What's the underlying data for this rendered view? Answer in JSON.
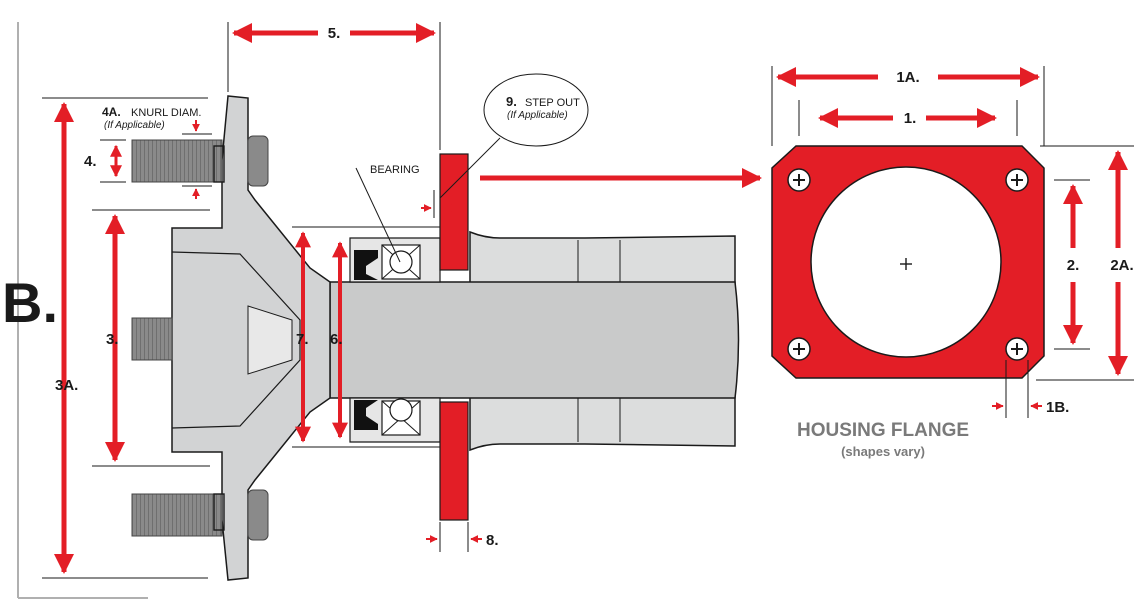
{
  "section_letter": "B.",
  "labels": {
    "d1": "1.",
    "d1a": "1A.",
    "d1b": "1B.",
    "d2": "2.",
    "d2a": "2A.",
    "d3": "3.",
    "d3a": "3A.",
    "d4": "4.",
    "d4a_num": "4A.",
    "d4a_text": "KNURL DIAM.",
    "d4a_note": "(If Applicable)",
    "d5": "5.",
    "d6": "6.",
    "d7": "7.",
    "d8": "8.",
    "d9_num": "9.",
    "d9_text": "STEP OUT",
    "d9_note": "(If Applicable)",
    "bearing": "BEARING"
  },
  "flange": {
    "title": "HOUSING FLANGE",
    "subtitle": "(shapes vary)"
  },
  "colors": {
    "red": "#e31e26",
    "gray_part": "#d2d3d4",
    "stud": "#8a8a8a",
    "outline": "#1a1a1a",
    "label_gray": "#7a7a7a"
  }
}
